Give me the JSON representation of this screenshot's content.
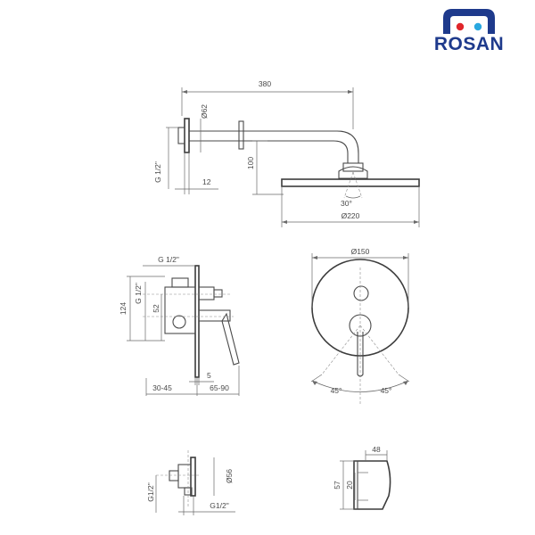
{
  "brand": {
    "name": "ROSAN",
    "colors": {
      "blue": "#1e3a8c",
      "red": "#e0262b",
      "aqua": "#2aa8e0"
    }
  },
  "shower_head": {
    "arm_length": "380",
    "flange_diameter": "Ø62",
    "inlet_thread": "G 1/2\"",
    "flange_depth": "12",
    "drop_height": "100",
    "spray_angle": "30°",
    "head_diameter": "Ø220"
  },
  "mixer_side": {
    "inlet_thread": "G 1/2\"",
    "outlet_thread": "G 1/2\"",
    "height": "124",
    "offset": "52",
    "plate_gap": "5",
    "depth_min_max": "30-45",
    "extension": "65-90"
  },
  "mixer_front": {
    "plate_diameter": "Ø150",
    "left_angle": "45°",
    "right_angle": "45°"
  },
  "wall_outlet": {
    "inlet_thread": "G1/2\"",
    "outlet_thread": "G1/2\"",
    "flange_diameter": "Ø56"
  },
  "holder": {
    "width": "48",
    "height": "57",
    "slot": "20"
  }
}
